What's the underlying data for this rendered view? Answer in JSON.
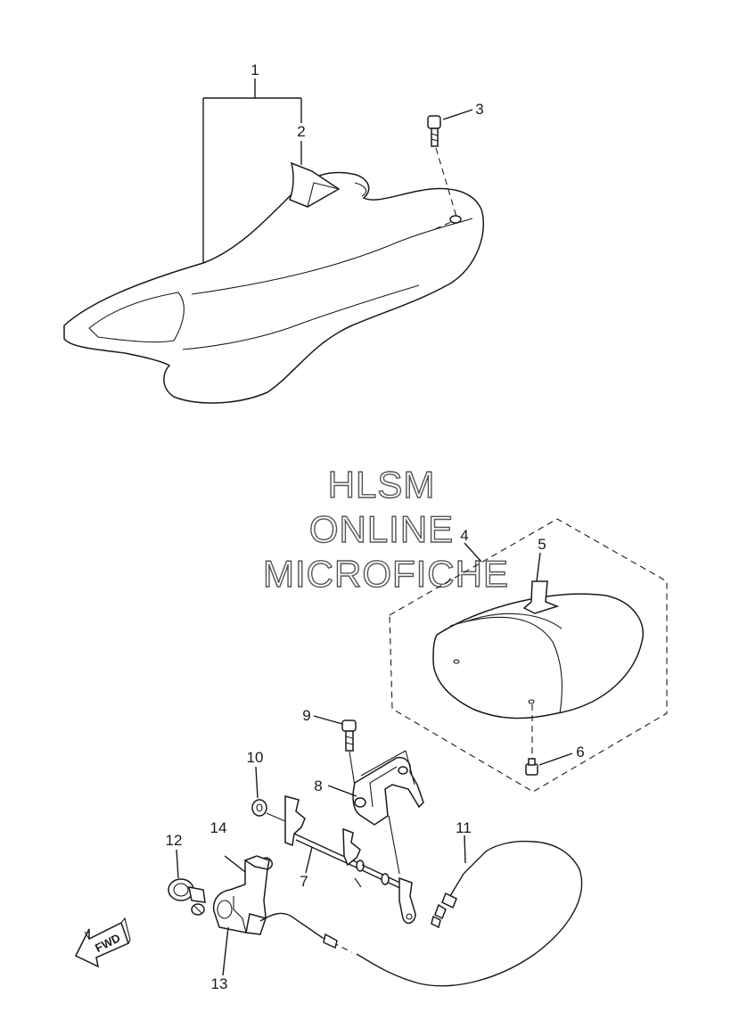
{
  "watermark": {
    "line1": "HLSM",
    "line2": "ONLINE",
    "line3": "MICROFICHE"
  },
  "fwd_label": "FWD",
  "callouts": {
    "c1": "1",
    "c2": "2",
    "c3": "3",
    "c4": "4",
    "c5": "5",
    "c6": "6",
    "c7": "7",
    "c8": "8",
    "c9": "9",
    "c10": "10",
    "c11": "11",
    "c12": "12",
    "c13": "13",
    "c14": "14"
  }
}
